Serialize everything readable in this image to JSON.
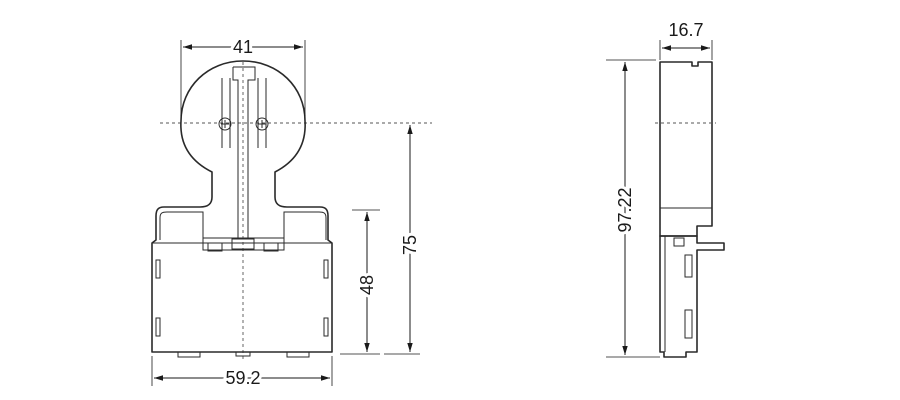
{
  "dimensions": {
    "top_width": "41",
    "bottom_width": "59.2",
    "height_body": "48",
    "height_center": "75",
    "side_depth": "16.7",
    "side_height": "97.22"
  },
  "colors": {
    "line": "#2a2a2a",
    "background": "#ffffff"
  }
}
